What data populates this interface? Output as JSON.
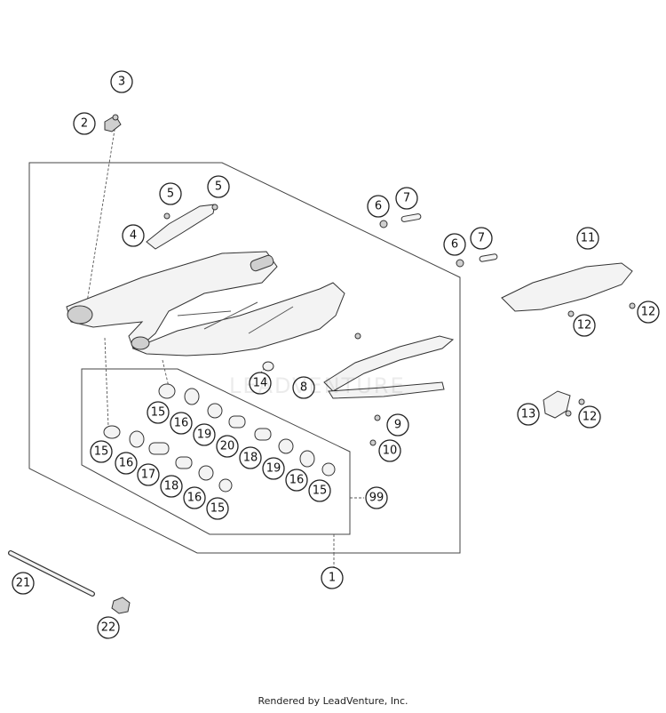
{
  "watermark": "LEADVENTURE",
  "footer_text": "Rendered by LeadVenture, Inc.",
  "callouts": [
    {
      "id": "c3",
      "label": "3"
    },
    {
      "id": "c2",
      "label": "2"
    },
    {
      "id": "c5a",
      "label": "5"
    },
    {
      "id": "c5b",
      "label": "5"
    },
    {
      "id": "c4",
      "label": "4"
    },
    {
      "id": "c6a",
      "label": "6"
    },
    {
      "id": "c7a",
      "label": "7"
    },
    {
      "id": "c6b",
      "label": "6"
    },
    {
      "id": "c7b",
      "label": "7"
    },
    {
      "id": "c11",
      "label": "11"
    },
    {
      "id": "c12a",
      "label": "12"
    },
    {
      "id": "c12b",
      "label": "12"
    },
    {
      "id": "c14",
      "label": "14"
    },
    {
      "id": "c8",
      "label": "8"
    },
    {
      "id": "c9",
      "label": "9"
    },
    {
      "id": "c10",
      "label": "10"
    },
    {
      "id": "c13",
      "label": "13"
    },
    {
      "id": "c12c",
      "label": "12"
    },
    {
      "id": "c15a",
      "label": "15"
    },
    {
      "id": "c16a",
      "label": "16"
    },
    {
      "id": "c19a",
      "label": "19"
    },
    {
      "id": "c20",
      "label": "20"
    },
    {
      "id": "c15b",
      "label": "15"
    },
    {
      "id": "c16b",
      "label": "16"
    },
    {
      "id": "c17",
      "label": "17"
    },
    {
      "id": "c18a",
      "label": "18"
    },
    {
      "id": "c18b",
      "label": "18"
    },
    {
      "id": "c19b",
      "label": "19"
    },
    {
      "id": "c16c",
      "label": "16"
    },
    {
      "id": "c15c",
      "label": "15"
    },
    {
      "id": "c16d",
      "label": "16"
    },
    {
      "id": "c15d",
      "label": "15"
    },
    {
      "id": "c99",
      "label": "99"
    },
    {
      "id": "c1",
      "label": "1"
    },
    {
      "id": "c21",
      "label": "21"
    },
    {
      "id": "c22",
      "label": "22"
    }
  ]
}
